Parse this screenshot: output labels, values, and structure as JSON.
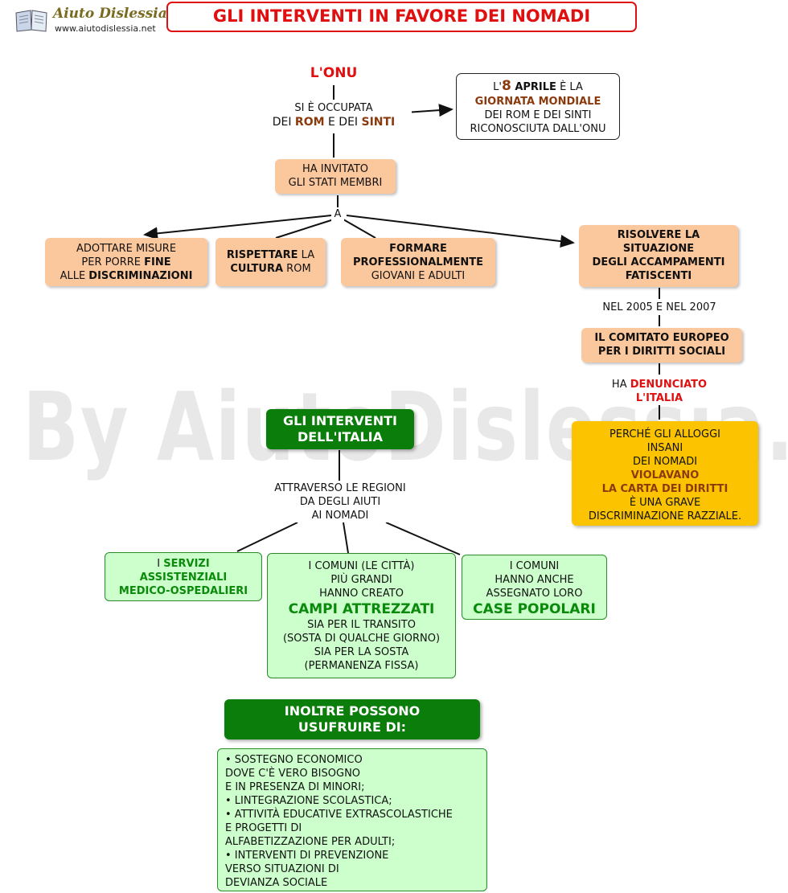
{
  "header": {
    "logo_brand": "Aiuto Dislessia",
    "logo_url": "www.aiutodislessia.net",
    "title": "GLI INTERVENTI IN FAVORE DEI NOMADI"
  },
  "watermark": "By AiutoDislessia.net",
  "onu": {
    "title": "L'ONU",
    "occupied_1": "SI È OCCUPATA",
    "occupied_2a": "DEI ",
    "occupied_rom": "ROM",
    "occupied_2b": " E DEI ",
    "occupied_sinti": "SINTI"
  },
  "day_box": {
    "p1": "L'",
    "p_num": "8",
    "p_month": " APRILE",
    "p2": " È LA",
    "line2": "GIORNATA MONDIALE",
    "line3": "DEI ROM E DEI SINTI",
    "line4": "RICONOSCIUTA DALL'ONU"
  },
  "invited": {
    "line1": "HA INVITATO",
    "line2": "GLI STATI MEMBRI",
    "connector": "A"
  },
  "goals": {
    "g1_1": "ADOTTARE MISURE",
    "g1_2a": "PER PORRE ",
    "g1_2b": "FINE",
    "g1_3a": "ALLE ",
    "g1_3b": "DISCRIMINAZIONI",
    "g2_1a": "RISPETTARE",
    "g2_1b": " LA",
    "g2_2a": "CULTURA",
    "g2_2b": " ROM",
    "g3_1": "FORMARE",
    "g3_2": "PROFESSIONALMENTE",
    "g3_3": "GIOVANI E ADULTI",
    "g4_1": "RISOLVERE LA",
    "g4_2": "SITUAZIONE",
    "g4_3": "DEGLI ACCAMPAMENTI",
    "g4_4": "FATISCENTI"
  },
  "committee": {
    "years": "NEL 2005 E NEL 2007",
    "line1": "IL COMITATO EUROPEO",
    "line2": "PER I DIRITTI SOCIALI",
    "den_1a": "HA ",
    "den_1b": "DENUNCIATO",
    "den_2": "L'ITALIA"
  },
  "reason": {
    "l1": "PERCHÉ GLI ALLOGGI",
    "l2": "INSANI",
    "l3": "DEI NOMADI",
    "l4": "VIOLAVANO",
    "l5": "LA CARTA DEI DIRITTI",
    "l6": "È UNA GRAVE",
    "l7": "DISCRIMINAZIONE RAZZIALE."
  },
  "italy": {
    "line1": "GLI INTERVENTI",
    "line2": "DELL'ITALIA",
    "via_1": "ATTRAVERSO LE REGIONI",
    "via_2": "DA DEGLI AIUTI",
    "via_3": "AI NOMADI"
  },
  "services": {
    "l1a": "I ",
    "l1b": "SERVIZI",
    "l2": "ASSISTENZIALI",
    "l3": "MEDICO-OSPEDALIERI"
  },
  "camps": {
    "l1": "I COMUNI (LE CITTÀ)",
    "l2": "PIÙ GRANDI",
    "l3": "HANNO CREATO",
    "l4": "CAMPI ATTREZZATI",
    "l5": "SIA PER IL TRANSITO",
    "l6": "(SOSTA DI QUALCHE GIORNO)",
    "l7": "SIA PER LA SOSTA",
    "l8": "(PERMANENZA FISSA)"
  },
  "houses": {
    "l1": "I COMUNI",
    "l2": "HANNO ANCHE",
    "l3": "ASSEGNATO LORO",
    "l4": "CASE POPOLARI"
  },
  "more": {
    "line1": "INOLTRE POSSONO",
    "line2": "USUFRUIRE DI:",
    "items": [
      "• SOSTEGNO ECONOMICO",
      "DOVE C'È VERO BISOGNO",
      "E IN PRESENZA DI MINORI;",
      "• LINTEGRAZIONE SCOLASTICA;",
      "• ATTIVITÀ EDUCATIVE EXTRASCOLASTICHE",
      "E PROGETTI DI",
      "ALFABETIZZAZIONE PER ADULTI;",
      "• INTERVENTI DI PREVENZIONE",
      "VERSO SITUAZIONI DI",
      "DEVIANZA SOCIALE"
    ]
  },
  "colors": {
    "peach": "#fbc79d",
    "dark_green": "#0a7d0a",
    "light_green": "#ccffcc",
    "gold": "#fcc400",
    "red": "#e01010",
    "brown": "#8b3a0e"
  }
}
